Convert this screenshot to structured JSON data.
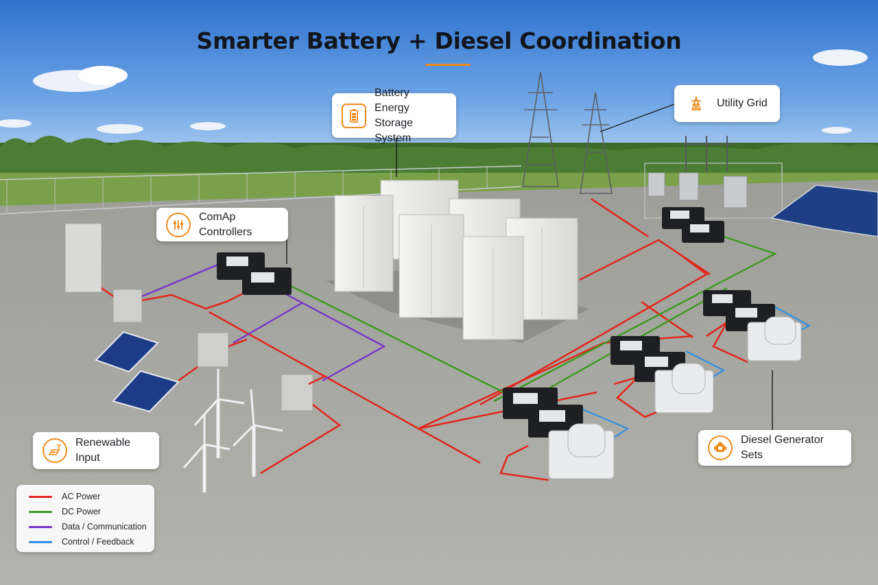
{
  "title": "Smarter  Battery + Diesel Coordination",
  "callouts": {
    "bess": {
      "line1": "Battery Energy",
      "line2": "Storage System",
      "icon": "battery-icon"
    },
    "comap": {
      "label": "ComAp Controllers",
      "icon": "controller-icon"
    },
    "grid": {
      "label": "Utility Grid",
      "icon": "transmission-tower-icon"
    },
    "renewable": {
      "label": "Renewable Input",
      "icon": "solar-wind-icon"
    },
    "diesel": {
      "label": "Diesel Generator Sets",
      "icon": "engine-icon"
    }
  },
  "legend": [
    {
      "label": "AC Power",
      "color": "#e0281c"
    },
    {
      "label": "DC Power",
      "color": "#3a9a1e"
    },
    {
      "label": "Data / Communication",
      "color": "#7a33c9"
    },
    {
      "label": "Control / Feedback",
      "color": "#2f8fe0"
    }
  ],
  "colors": {
    "accent": "#f08a1c",
    "sky_top": "#3b7fd6",
    "ground": "#a9a9a5"
  }
}
